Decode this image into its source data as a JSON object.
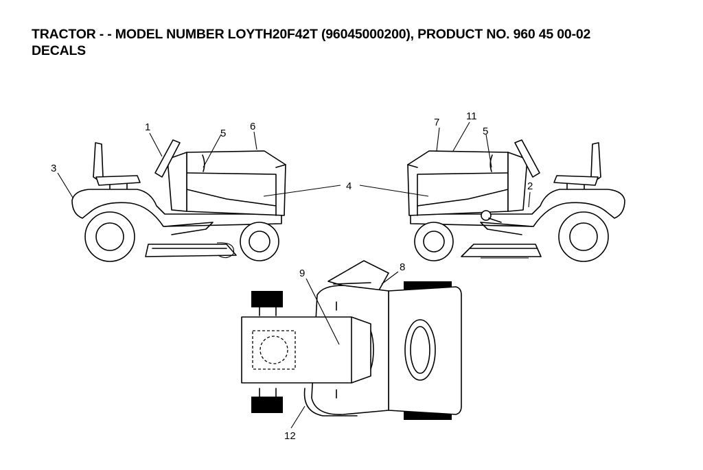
{
  "header": {
    "title_line1": "TRACTOR - - MODEL NUMBER LOYTH20F42T (96045000200), PRODUCT NO. 960 45 00-02",
    "title_line2": "DECALS"
  },
  "callouts": {
    "c1": "1",
    "c2": "2",
    "c3": "3",
    "c4": "4",
    "c5a": "5",
    "c5b": "5",
    "c6": "6",
    "c7": "7",
    "c8": "8",
    "c9": "9",
    "c11": "11",
    "c12": "12"
  }
}
